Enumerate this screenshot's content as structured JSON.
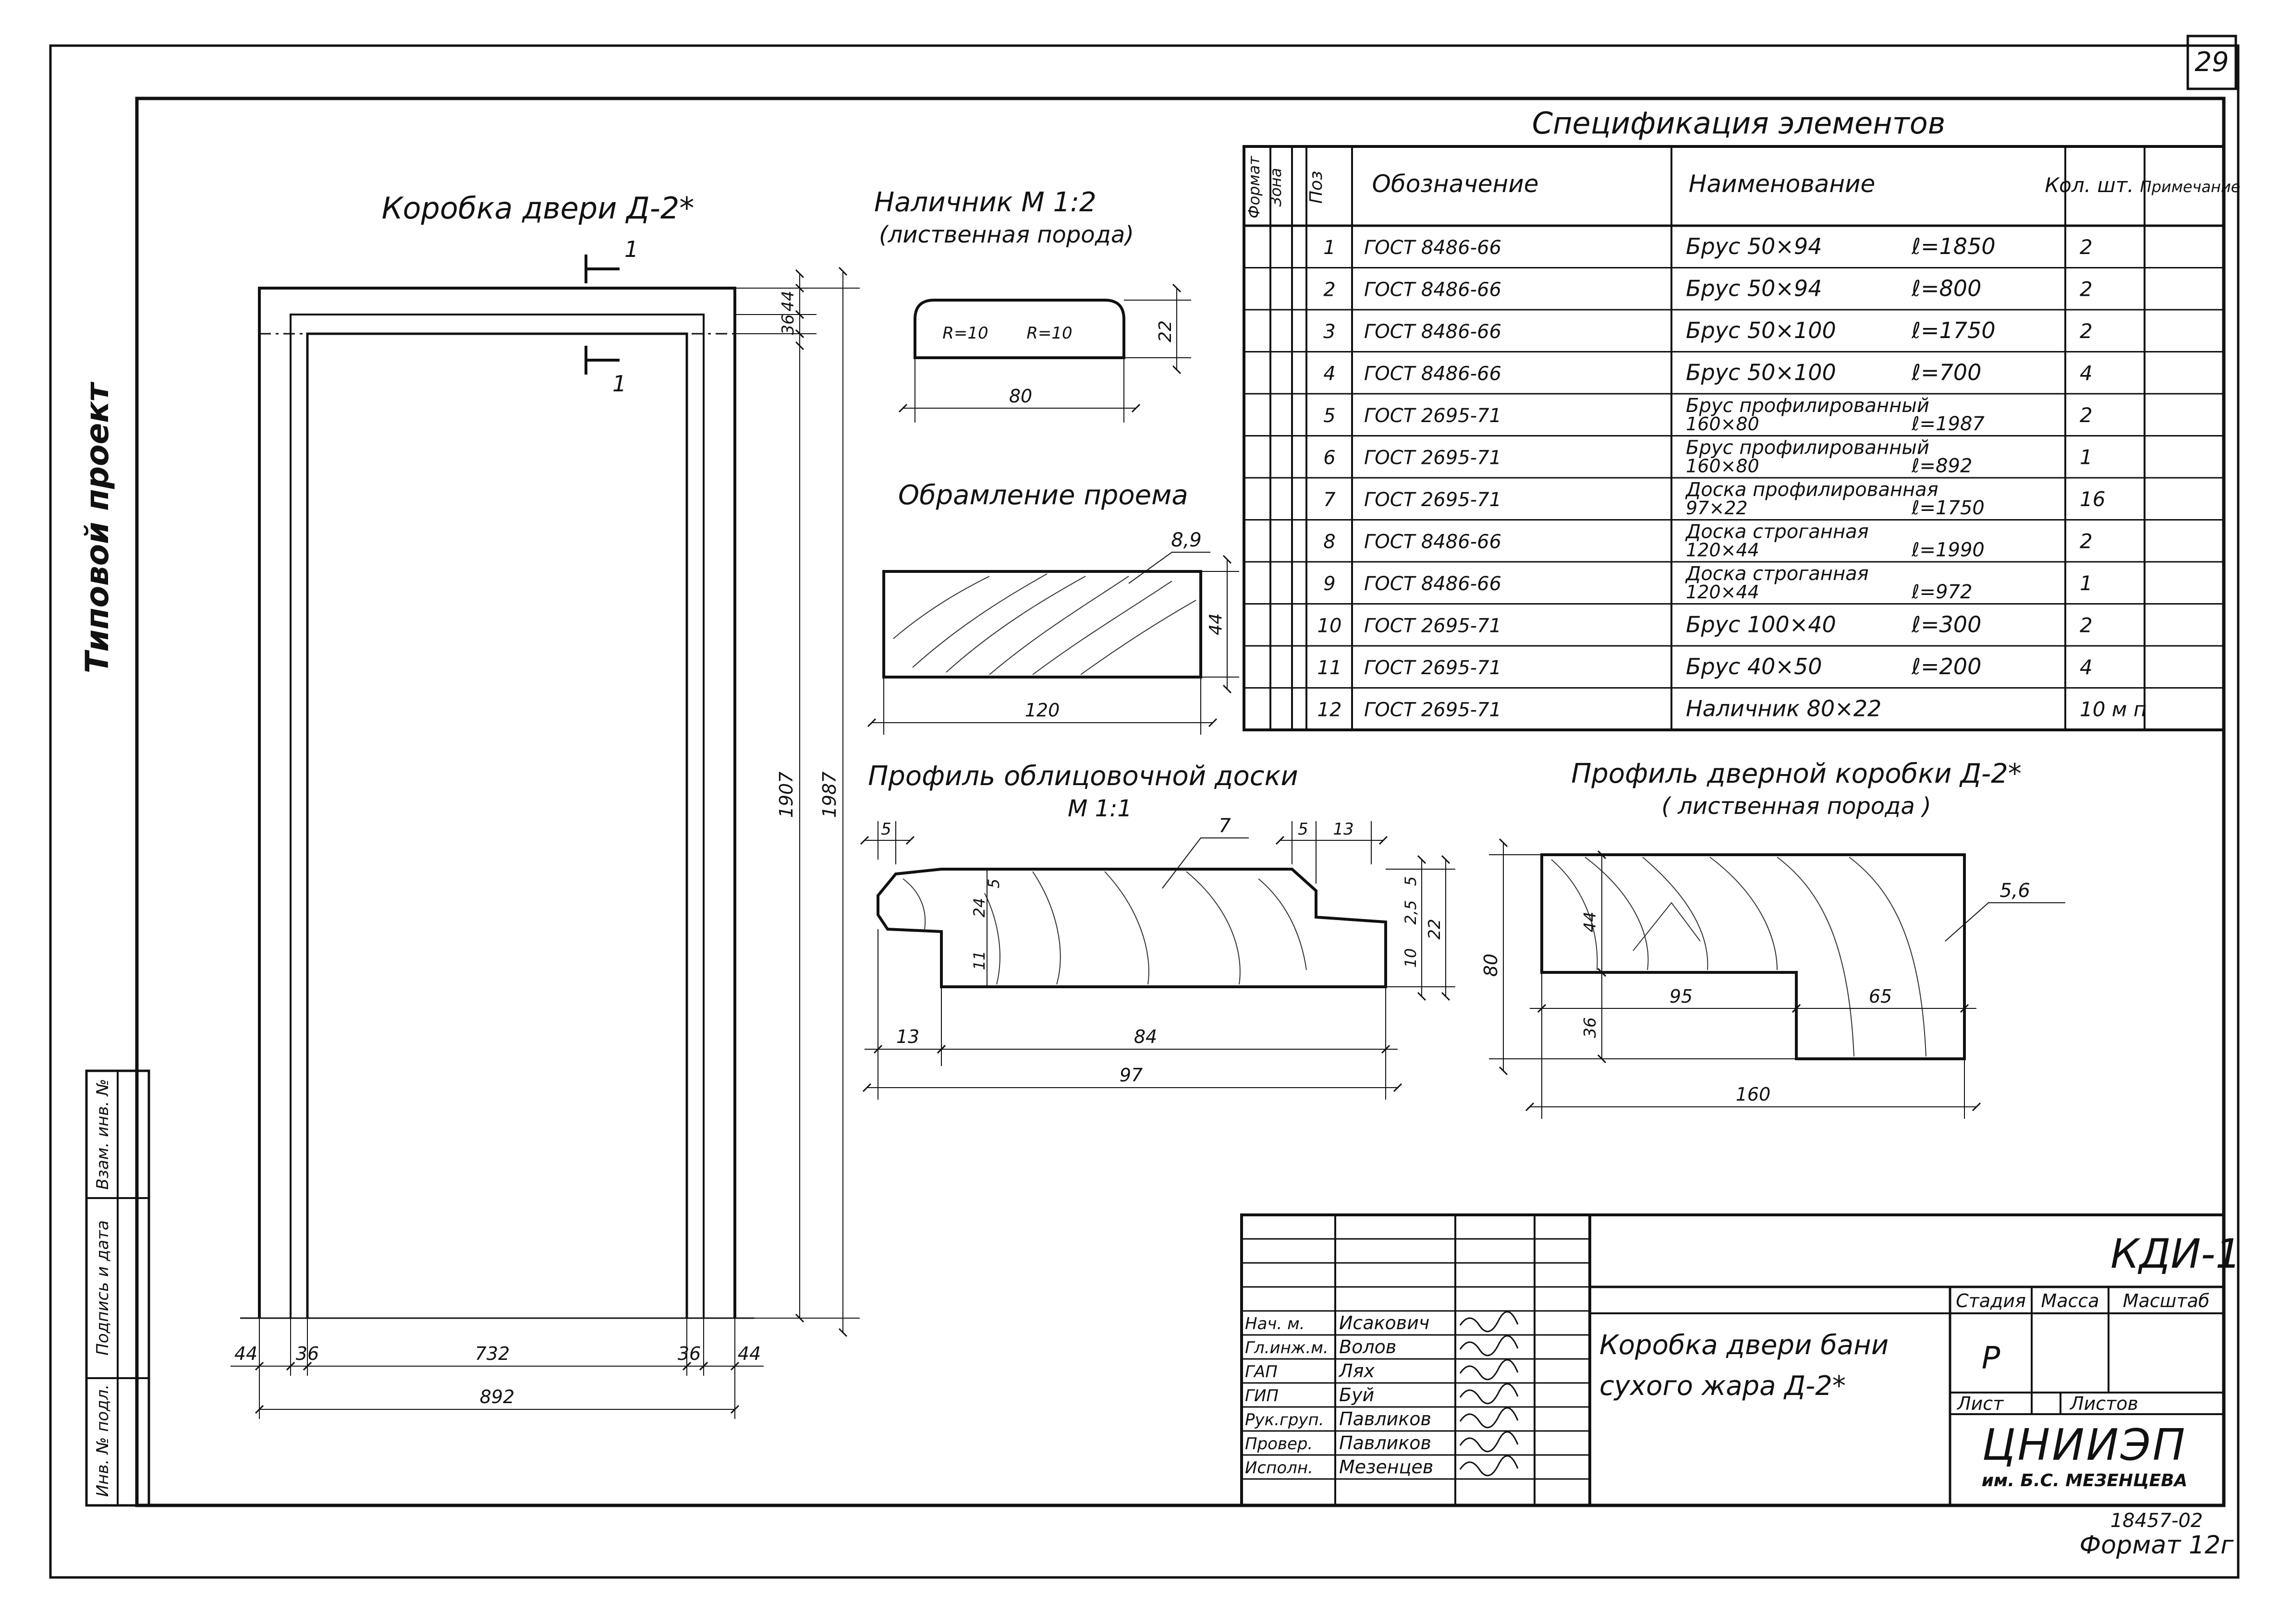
{
  "sheet": {
    "page_number": "29",
    "side_label": "Типовой проект",
    "left_stamp": [
      "Инв. № подл.",
      "Подпись и дата",
      "Взам. инв. №"
    ],
    "format_note": "18457-02",
    "format_label": "Формат 12г"
  },
  "door_frame": {
    "title": "Коробка двери Д-2*",
    "section_mark": "1",
    "dims": {
      "top_44": "44",
      "top_36": "36",
      "h_1907": "1907",
      "h_1987": "1987",
      "b_44_left": "44",
      "b_36_left": "36",
      "b_732": "732",
      "b_36_right": "36",
      "b_44_right": "44",
      "b_892": "892"
    }
  },
  "casing": {
    "title": "Наличник  М 1:2",
    "subtitle": "(лиственная порода)",
    "r_left": "R=10",
    "r_right": "R=10",
    "height": "22",
    "width": "80"
  },
  "opening_frame": {
    "title": "Обрамление проема",
    "callout": "8,9",
    "height": "44",
    "width": "120"
  },
  "board_profile": {
    "title": "Профиль облицовочной доски",
    "scale": "М 1:1",
    "callout": "7",
    "dims": [
      "5",
      "5",
      "13",
      "5",
      "24",
      "11",
      "5",
      "2,5",
      "10",
      "22",
      "13",
      "84",
      "97"
    ]
  },
  "frame_profile": {
    "title": "Профиль дверной коробки Д-2*",
    "subtitle": "( лиственная порода )",
    "callout": "5,6",
    "dims": [
      "44",
      "80",
      "95",
      "65",
      "36",
      "160"
    ]
  },
  "spec": {
    "title": "Спецификация элементов",
    "headers": [
      "Формат",
      "Зона",
      "Поз",
      "Обозначение",
      "Наименование",
      "Кол. шт.",
      "Примечание"
    ],
    "rows": [
      {
        "pos": "1",
        "doc": "ГОСТ 8486-66",
        "name": "Брус 50×94",
        "len": "ℓ=1850",
        "qty": "2"
      },
      {
        "pos": "2",
        "doc": "ГОСТ 8486-66",
        "name": "Брус 50×94",
        "len": "ℓ=800",
        "qty": "2"
      },
      {
        "pos": "3",
        "doc": "ГОСТ 8486-66",
        "name": "Брус 50×100",
        "len": "ℓ=1750",
        "qty": "2"
      },
      {
        "pos": "4",
        "doc": "ГОСТ 8486-66",
        "name": "Брус 50×100",
        "len": "ℓ=700",
        "qty": "4"
      },
      {
        "pos": "5",
        "doc": "ГОСТ 2695-71",
        "name": "Брус профилированный",
        "name2": "160×80",
        "len": "ℓ=1987",
        "qty": "2"
      },
      {
        "pos": "6",
        "doc": "ГОСТ 2695-71",
        "name": "Брус профилированный",
        "name2": "160×80",
        "len": "ℓ=892",
        "qty": "1"
      },
      {
        "pos": "7",
        "doc": "ГОСТ 2695-71",
        "name": "Доска профилированная",
        "name2": "97×22",
        "len": "ℓ=1750",
        "qty": "16"
      },
      {
        "pos": "8",
        "doc": "ГОСТ 8486-66",
        "name": "Доска строганная",
        "name2": "120×44",
        "len": "ℓ=1990",
        "qty": "2"
      },
      {
        "pos": "9",
        "doc": "ГОСТ 8486-66",
        "name": "Доска строганная",
        "name2": "120×44",
        "len": "ℓ=972",
        "qty": "1"
      },
      {
        "pos": "10",
        "doc": "ГОСТ 2695-71",
        "name": "Брус 100×40",
        "len": "ℓ=300",
        "qty": "2"
      },
      {
        "pos": "11",
        "doc": "ГОСТ 2695-71",
        "name": "Брус 40×50",
        "len": "ℓ=200",
        "qty": "4"
      },
      {
        "pos": "12",
        "doc": "ГОСТ 2695-71",
        "name": "Наличник  80×22",
        "len": "",
        "qty": "10 м п"
      }
    ]
  },
  "title_block": {
    "code": "КДИ-1",
    "name_line1": "Коробка двери бани",
    "name_line2": "сухого жара  Д-2*",
    "stage_label": "Стадия",
    "mass_label": "Масса",
    "scale_label": "Масштаб",
    "stage_value": "Р",
    "sheet_label": "Лист",
    "sheets_label": "Листов",
    "org": "ЦНИИЭП",
    "org_sub": "им. Б.С. МЕЗЕНЦЕВА",
    "roles": [
      {
        "role": "Нач. м.",
        "name": "Исакович"
      },
      {
        "role": "Гл.инж.м.",
        "name": "Волов"
      },
      {
        "role": "ГАП",
        "name": "Лях"
      },
      {
        "role": "ГИП",
        "name": "Буй"
      },
      {
        "role": "Рук.груп.",
        "name": "Павликов"
      },
      {
        "role": "Провер.",
        "name": "Павликов"
      },
      {
        "role": "Исполн.",
        "name": "Мезенцев"
      }
    ]
  }
}
